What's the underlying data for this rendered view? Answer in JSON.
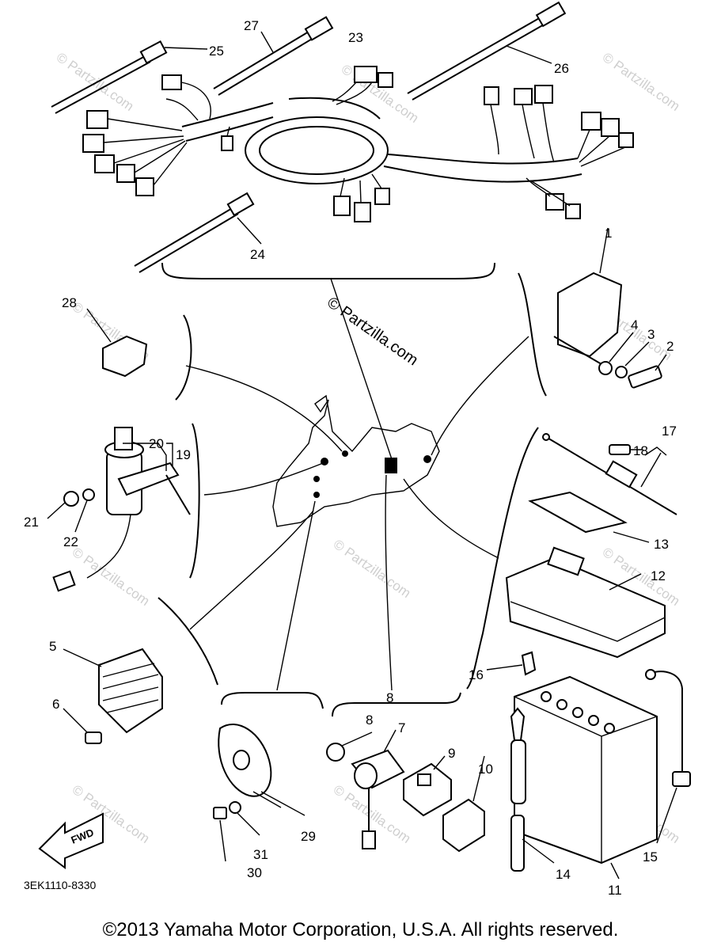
{
  "diagram": {
    "watermark_text": "© Partzilla.com",
    "diagram_code": "3EK1110-8330",
    "fwd_label": "FWD",
    "callouts": {
      "c1": "1",
      "c2": "2",
      "c3": "3",
      "c4": "4",
      "c5": "5",
      "c6": "6",
      "c7": "7",
      "c8a": "8",
      "c8b": "8",
      "c9": "9",
      "c10": "10",
      "c11": "11",
      "c12": "12",
      "c13": "13",
      "c14": "14",
      "c15": "15",
      "c16": "16",
      "c17": "17",
      "c18": "18",
      "c19": "19",
      "c20": "20",
      "c21": "21",
      "c22": "22",
      "c23": "23",
      "c24": "24",
      "c25": "25",
      "c26": "26",
      "c27": "27",
      "c28": "28",
      "c29": "29",
      "c30": "30",
      "c31": "31"
    }
  },
  "footer": {
    "copyright": "©2013 Yamaha Motor Corporation, U.S.A. All rights reserved."
  }
}
